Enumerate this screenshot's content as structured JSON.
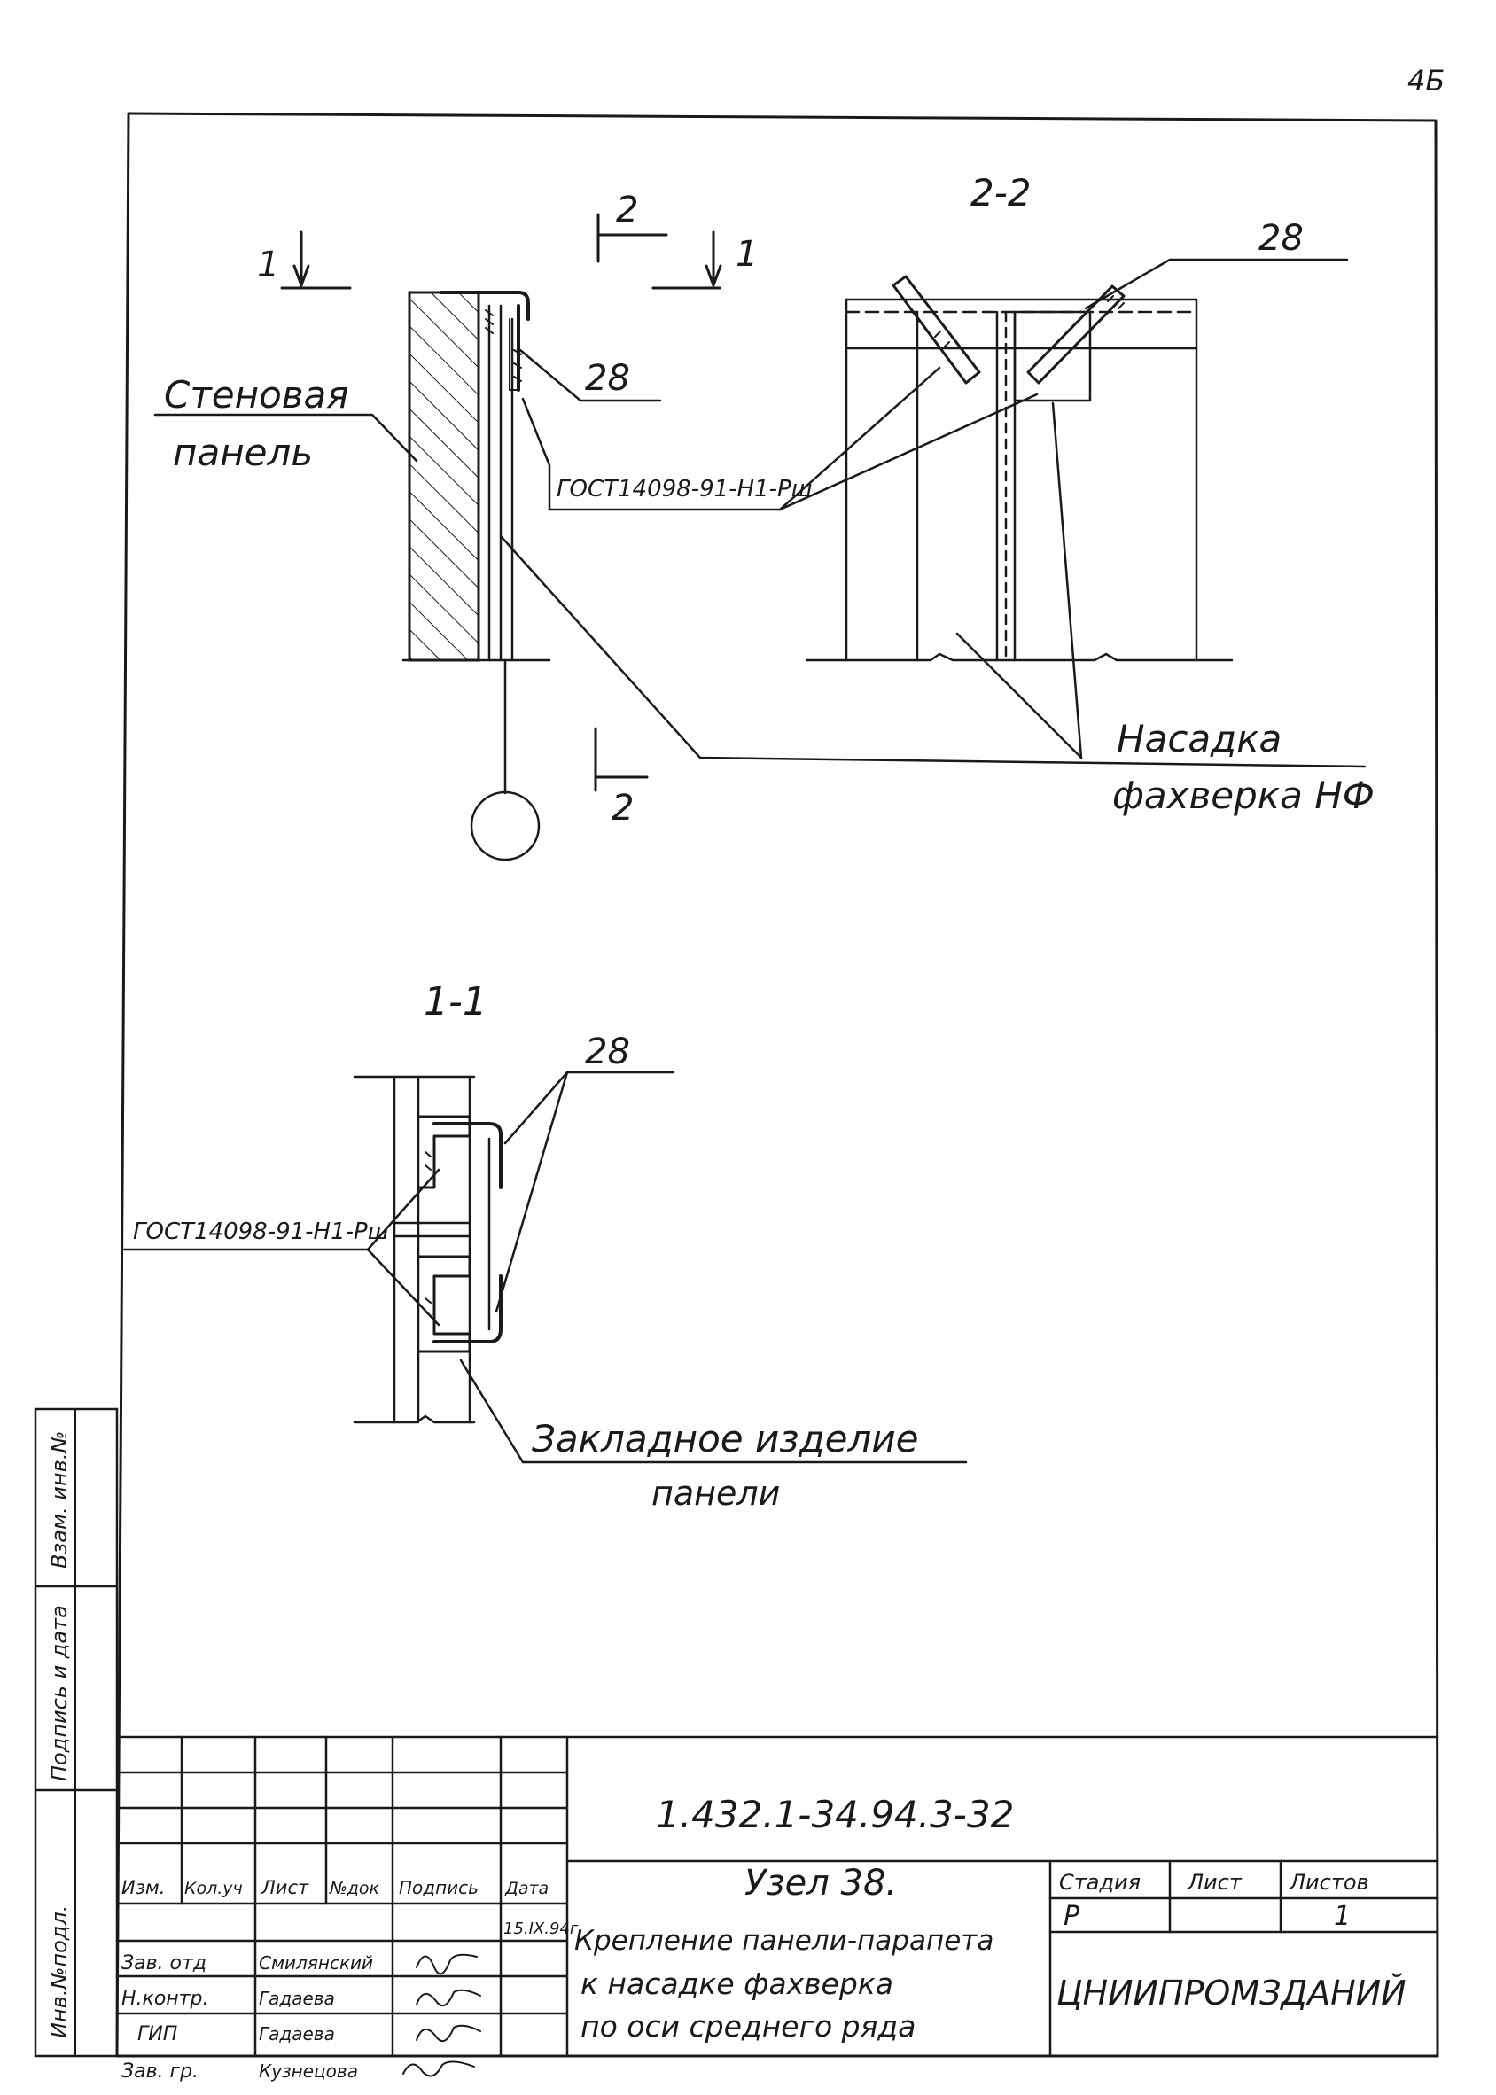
{
  "sheet": {
    "page_number": "4Б",
    "ink_color": "#1a1a1a",
    "paper_color": "#ffffff"
  },
  "view_upper": {
    "cut_marks": {
      "section_1_left": "1",
      "section_1_right": "1",
      "section_2_top": "2",
      "section_2_bottom": "2"
    },
    "callout_28": "28",
    "wall_panel_label": [
      "Стеновая",
      "панель"
    ],
    "weld_note": "ГОСТ14098-91-Н1-Рш",
    "column_label": [
      "Насадка",
      "фахверка НФ"
    ]
  },
  "view_2_2": {
    "title": "2-2",
    "callout_28": "28"
  },
  "view_1_1": {
    "title": "1-1",
    "callout_28": "28",
    "weld_note": "ГОСТ14098-91-Н1-Рш",
    "embedded_label": [
      "Закладное изделие",
      "панели"
    ]
  },
  "side_stamp": {
    "fields": [
      "Инв.№подл.",
      "Подпись и дата",
      "Взам. инв.№"
    ]
  },
  "title_block": {
    "document_code": "1.432.1-34.94.3-32",
    "header": [
      "Изм.",
      "Кол.уч",
      "Лист",
      "№док",
      "Подпись",
      "Дата"
    ],
    "date_value": "15.IX.94г.",
    "rows": [
      {
        "role": "Зав. отд",
        "name": "Смилянский"
      },
      {
        "role": "Н.контр.",
        "name": "Гадаева"
      },
      {
        "role": "ГИП",
        "name": "Гадаева"
      },
      {
        "role": "Зав. гр.",
        "name": "Кузнецова"
      }
    ],
    "node_title": "Узел 38.",
    "description": [
      "Крепление панели-парапета",
      "к насадке фахверка",
      "по оси среднего ряда"
    ],
    "stage_header": "Стадия",
    "sheet_header": "Лист",
    "sheets_header": "Листов",
    "stage_value": "Р",
    "sheet_value": "1",
    "organization": "ЦНИИПРОМЗДАНИЙ"
  }
}
